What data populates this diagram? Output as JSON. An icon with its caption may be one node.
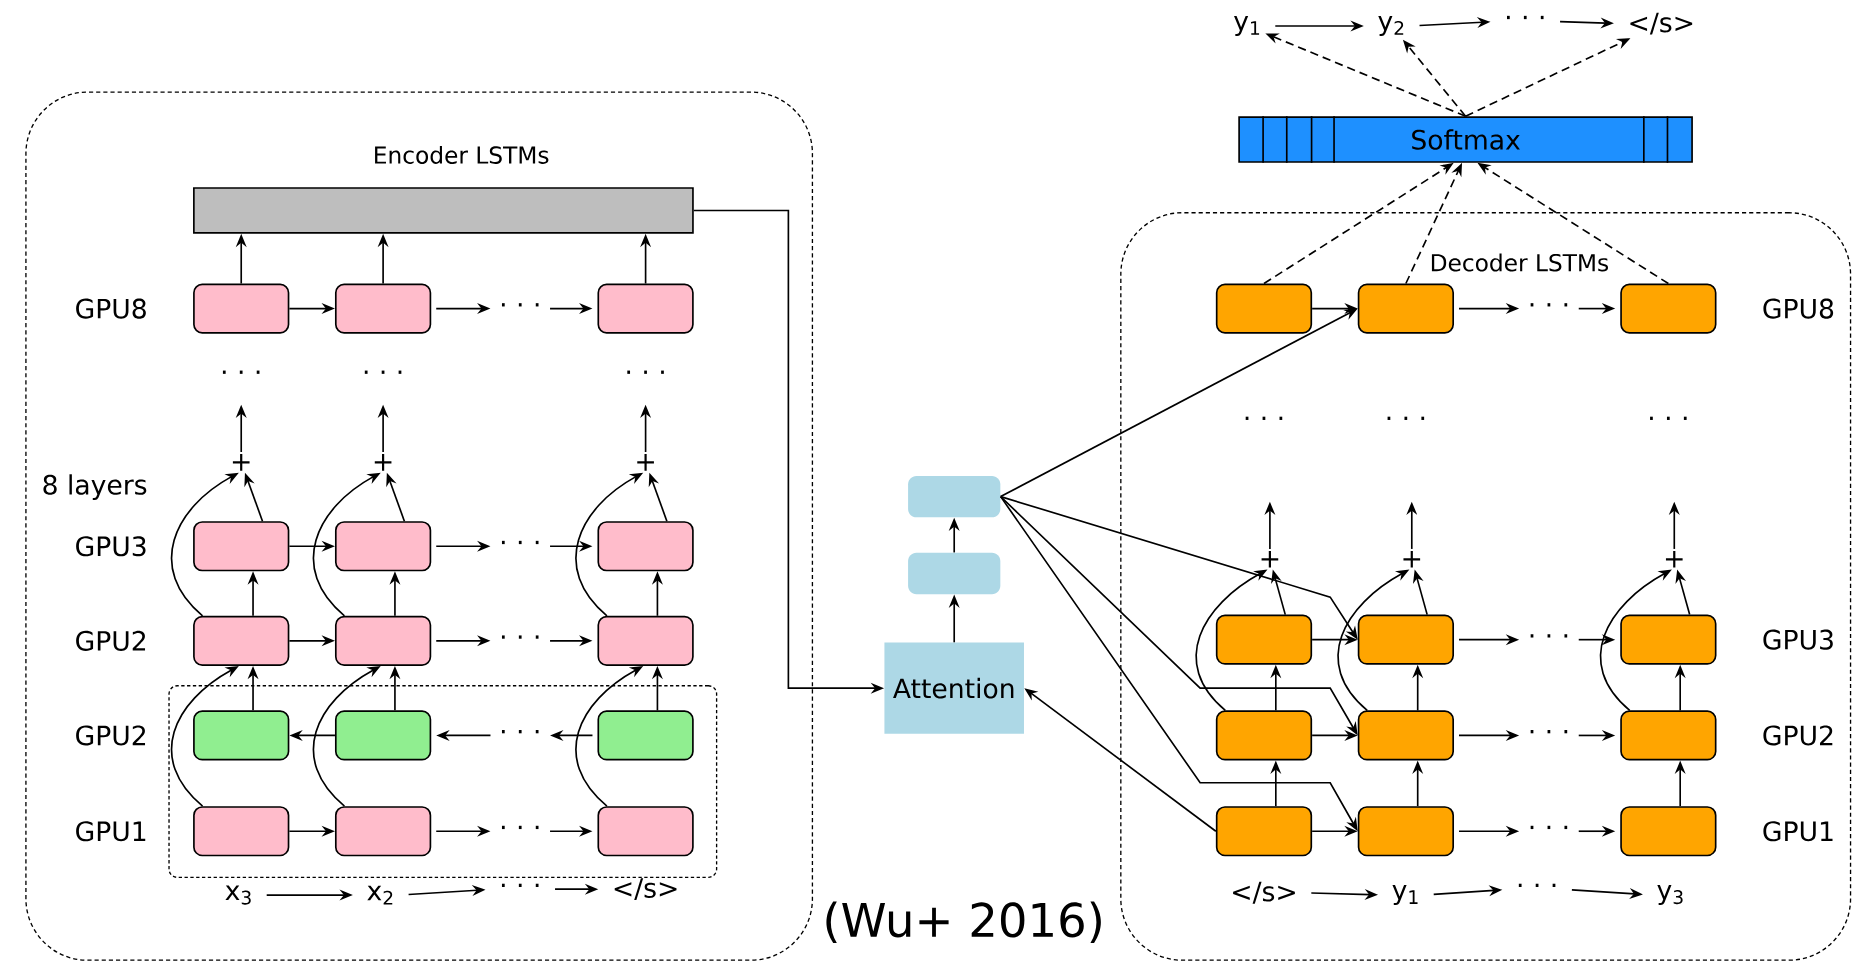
{
  "diagram": {
    "nodes": [
      {
        "text": [
          "Encoder LSTMs"
        ]
      },
      {
        "text": [],
        "shape": "bar",
        "in": 0
      },
      {
        "text": [],
        "shape": "box",
        "in": 0
      },
      {
        "text": [],
        "shape": "box",
        "in": 0
      },
      {
        "text": [],
        "shape": "box",
        "in": 0
      },
      {
        "text": [
          "+"
        ],
        "in": 0
      },
      {
        "text": [
          "+"
        ],
        "in": 0
      },
      {
        "text": [
          "+"
        ],
        "in": 0
      },
      {
        "text": [],
        "shape": "box",
        "in": 0
      },
      {
        "text": [],
        "shape": "box",
        "in": 0
      },
      {
        "text": [],
        "shape": "box",
        "in": 0
      },
      {
        "text": [],
        "shape": "box",
        "in": 0
      },
      {
        "text": [],
        "shape": "box",
        "in": 0
      },
      {
        "text": [],
        "shape": "box",
        "in": 0
      },
      {
        "text": [],
        "shape": "box",
        "in": 0
      },
      {
        "text": [],
        "shape": "box",
        "in": 14
      },
      {
        "text": [],
        "shape": "box",
        "in": 14
      },
      {
        "text": [],
        "shape": "box",
        "in": 14
      },
      {
        "text": [],
        "shape": "box",
        "in": 14
      },
      {
        "text": [],
        "shape": "box",
        "in": 14
      },
      {
        "text": [],
        "shape": "box",
        "in": 14
      },
      {
        "text": [
          "x$_{3}$"
        ],
        "in": 0
      },
      {
        "text": [
          "x$_{2}$"
        ],
        "in": 0
      },
      {
        "text": [
          "</s>"
        ],
        "in": 0
      },
      {
        "text": [],
        "shape": "box"
      },
      {
        "text": [],
        "shape": "box"
      },
      {
        "text": [
          "Attention"
        ]
      },
      {
        "text": [
          "Softmax"
        ]
      },
      {
        "text": [
          "y$_{1}$"
        ]
      },
      {
        "text": [
          "y$_{2}$"
        ]
      },
      {
        "text": [
          "</s>"
        ]
      },
      {
        "text": [
          "Decoder LSTMs"
        ]
      },
      {
        "text": [],
        "shape": "box",
        "in": 31
      },
      {
        "text": [],
        "shape": "box",
        "in": 31
      },
      {
        "text": [],
        "shape": "box",
        "in": 31
      },
      {
        "text": [
          "+"
        ],
        "in": 31
      },
      {
        "text": [
          "+"
        ],
        "in": 31
      },
      {
        "text": [
          "+"
        ],
        "in": 31
      },
      {
        "text": [],
        "shape": "box",
        "in": 31
      },
      {
        "text": [],
        "shape": "box",
        "in": 31
      },
      {
        "text": [],
        "shape": "box",
        "in": 31
      },
      {
        "text": [],
        "shape": "box",
        "in": 31
      },
      {
        "text": [],
        "shape": "box",
        "in": 31
      },
      {
        "text": [],
        "shape": "box",
        "in": 31
      },
      {
        "text": [],
        "shape": "box",
        "in": 31
      },
      {
        "text": [],
        "shape": "box",
        "in": 31
      },
      {
        "text": [],
        "shape": "box",
        "in": 31
      },
      {
        "text": [
          "</s>"
        ],
        "in": 31
      },
      {
        "text": [
          "y$_{1}$"
        ],
        "in": 31
      },
      {
        "text": [
          "y$_{3}$"
        ],
        "in": 31
      },
      {
        "text": [
          "· · ·"
        ],
        "in": 0
      },
      {
        "text": [
          "· · ·"
        ],
        "in": 0
      },
      {
        "text": [
          "· · ·"
        ],
        "in": 0
      },
      {
        "text": [
          "· · ·"
        ],
        "in": 14
      },
      {
        "text": [
          "· · ·"
        ],
        "in": 14
      },
      {
        "text": [
          "· · ·"
        ],
        "in": 0
      },
      {
        "text": [
          "· · ·"
        ]
      },
      {
        "text": [
          "· · ·"
        ],
        "in": 31
      },
      {
        "text": [
          "· · ·"
        ],
        "in": 31
      },
      {
        "text": [
          "· · ·"
        ],
        "in": 31
      },
      {
        "text": [
          "· · ·"
        ],
        "in": 31
      },
      {
        "text": [
          "· · ·"
        ],
        "in": 31
      }
    ],
    "edges": [
      {
        "from": 2,
        "to": 3,
        "arrow": "to"
      },
      {
        "from": 3,
        "to": 50,
        "arrow": "to"
      },
      {
        "from": 50,
        "to": 4,
        "arrow": "to"
      },
      {
        "from": 2,
        "to": 1,
        "arrow": "to"
      },
      {
        "from": 3,
        "to": 1,
        "arrow": "to"
      },
      {
        "from": 4,
        "to": 1,
        "arrow": "to"
      },
      {
        "from": 5,
        "to": null,
        "arrow": "to"
      },
      {
        "from": 6,
        "to": null,
        "arrow": "to"
      },
      {
        "from": 7,
        "to": null,
        "arrow": "to"
      },
      {
        "from": 8,
        "to": 5,
        "arrow": "to"
      },
      {
        "from": 9,
        "to": 6,
        "arrow": "to"
      },
      {
        "from": 10,
        "to": 7,
        "arrow": "to"
      },
      {
        "from": 11,
        "to": 5,
        "arrow": "to"
      },
      {
        "from": 12,
        "to": 6,
        "arrow": "to"
      },
      {
        "from": 13,
        "to": 7,
        "arrow": "to"
      },
      {
        "from": 8,
        "to": 9,
        "arrow": "to"
      },
      {
        "from": 9,
        "to": 51,
        "arrow": "to"
      },
      {
        "from": 51,
        "to": 10,
        "arrow": "to"
      },
      {
        "from": 11,
        "to": 8,
        "arrow": "to"
      },
      {
        "from": 12,
        "to": 9,
        "arrow": "to"
      },
      {
        "from": 13,
        "to": 10,
        "arrow": "to"
      },
      {
        "from": 11,
        "to": 12,
        "arrow": "to"
      },
      {
        "from": 12,
        "to": 52,
        "arrow": "to"
      },
      {
        "from": 52,
        "to": 13,
        "arrow": "to"
      },
      {
        "from": 15,
        "to": 11,
        "arrow": "to"
      },
      {
        "from": 16,
        "to": 12,
        "arrow": "to"
      },
      {
        "from": 17,
        "to": 13,
        "arrow": "to"
      },
      {
        "from": 18,
        "to": 11,
        "arrow": "to"
      },
      {
        "from": 19,
        "to": 12,
        "arrow": "to"
      },
      {
        "from": 20,
        "to": 13,
        "arrow": "to"
      },
      {
        "from": 16,
        "to": 15,
        "arrow": "to"
      },
      {
        "from": 53,
        "to": 16,
        "arrow": "to"
      },
      {
        "from": 17,
        "to": 53,
        "arrow": "to"
      },
      {
        "from": 18,
        "to": 19,
        "arrow": "to"
      },
      {
        "from": 19,
        "to": 54,
        "arrow": "to"
      },
      {
        "from": 54,
        "to": 20,
        "arrow": "to"
      },
      {
        "from": 21,
        "to": 22,
        "arrow": "to"
      },
      {
        "from": 22,
        "to": 55,
        "arrow": "to"
      },
      {
        "from": 55,
        "to": 23,
        "arrow": "to"
      },
      {
        "from": 1,
        "to": 26,
        "arrow": "to"
      },
      {
        "from": 26,
        "to": 25,
        "arrow": "to"
      },
      {
        "from": 25,
        "to": 24,
        "arrow": "to"
      },
      {
        "from": 44,
        "to": 26,
        "arrow": "to"
      },
      {
        "from": 24,
        "to": 33,
        "arrow": "to"
      },
      {
        "from": 24,
        "to": 39,
        "arrow": "to"
      },
      {
        "from": 24,
        "to": 42,
        "arrow": "to"
      },
      {
        "from": 24,
        "to": 45,
        "arrow": "to"
      },
      {
        "from": 32,
        "to": 27,
        "arrow": "to",
        "style": "dashed"
      },
      {
        "from": 33,
        "to": 27,
        "arrow": "to",
        "style": "dashed"
      },
      {
        "from": 34,
        "to": 27,
        "arrow": "to",
        "style": "dashed"
      },
      {
        "from": 27,
        "to": 28,
        "arrow": "to",
        "style": "dashed"
      },
      {
        "from": 27,
        "to": 29,
        "arrow": "to",
        "style": "dashed"
      },
      {
        "from": 27,
        "to": 30,
        "arrow": "to",
        "style": "dashed"
      },
      {
        "from": 28,
        "to": 29,
        "arrow": "to"
      },
      {
        "from": 29,
        "to": 56,
        "arrow": "to"
      },
      {
        "from": 56,
        "to": 30,
        "arrow": "to"
      },
      {
        "from": 32,
        "to": 33,
        "arrow": "to"
      },
      {
        "from": 33,
        "to": 57,
        "arrow": "to"
      },
      {
        "from": 57,
        "to": 34,
        "arrow": "to"
      },
      {
        "from": 35,
        "to": null,
        "arrow": "to"
      },
      {
        "from": 36,
        "to": null,
        "arrow": "to"
      },
      {
        "from": 37,
        "to": null,
        "arrow": "to"
      },
      {
        "from": 38,
        "to": 35,
        "arrow": "to"
      },
      {
        "from": 39,
        "to": 36,
        "arrow": "to"
      },
      {
        "from": 40,
        "to": 37,
        "arrow": "to"
      },
      {
        "from": 41,
        "to": 35,
        "arrow": "to"
      },
      {
        "from": 42,
        "to": 36,
        "arrow": "to"
      },
      {
        "from": 43,
        "to": 37,
        "arrow": "to"
      },
      {
        "from": 38,
        "to": 39,
        "arrow": "to"
      },
      {
        "from": 39,
        "to": 58,
        "arrow": "to"
      },
      {
        "from": 58,
        "to": 40,
        "arrow": "to"
      },
      {
        "from": 41,
        "to": 38,
        "arrow": "to"
      },
      {
        "from": 42,
        "to": 39,
        "arrow": "to"
      },
      {
        "from": 43,
        "to": 40,
        "arrow": "to"
      },
      {
        "from": 41,
        "to": 42,
        "arrow": "to"
      },
      {
        "from": 42,
        "to": 59,
        "arrow": "to"
      },
      {
        "from": 59,
        "to": 43,
        "arrow": "to"
      },
      {
        "from": 44,
        "to": 41,
        "arrow": "to"
      },
      {
        "from": 45,
        "to": 42,
        "arrow": "to"
      },
      {
        "from": 46,
        "to": 43,
        "arrow": "to"
      },
      {
        "from": 44,
        "to": 45,
        "arrow": "to"
      },
      {
        "from": 45,
        "to": 60,
        "arrow": "to"
      },
      {
        "from": 60,
        "to": 46,
        "arrow": "to"
      },
      {
        "from": 47,
        "to": 48,
        "arrow": "to"
      },
      {
        "from": 48,
        "to": 61,
        "arrow": "to"
      },
      {
        "from": 61,
        "to": 49,
        "arrow": "to"
      }
    ],
    "labels": [
      "GPU8",
      "GPU8",
      "· · ·",
      "· · ·",
      "· · ·",
      "· · ·",
      "· · ·",
      "· · ·",
      "8 layers",
      "GPU3",
      "GPU2",
      "GPU3",
      "GPU2",
      "GPU2",
      "GPU1",
      "GPU1",
      "(Wu+ 2016)"
    ]
  }
}
